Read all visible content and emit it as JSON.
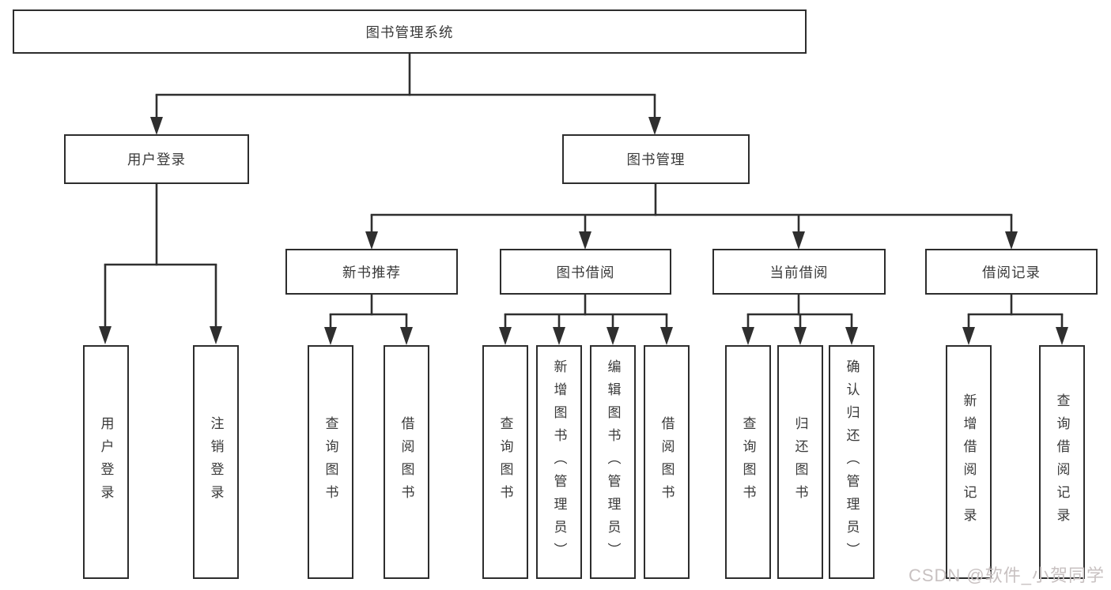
{
  "diagram": {
    "root": {
      "label": "图书管理系统"
    },
    "branches": {
      "user_login": {
        "label": "用户登录",
        "children": [
          "用户登录",
          "注销登录"
        ]
      },
      "book_mgmt": {
        "label": "图书管理",
        "sections": {
          "new_book_rec": {
            "label": "新书推荐",
            "children": [
              "查询图书",
              "借阅图书"
            ]
          },
          "book_borrow": {
            "label": "图书借阅",
            "children": [
              "查询图书",
              "新增图书（管理员）",
              "编辑图书（管理员）",
              "借阅图书"
            ]
          },
          "current_borrow": {
            "label": "当前借阅",
            "children": [
              "查询图书",
              "归还图书",
              "确认归还（管理员）"
            ]
          },
          "borrow_records": {
            "label": "借阅记录",
            "children": [
              "新增借阅记录",
              "查询借阅记录"
            ]
          }
        }
      }
    }
  },
  "watermark": {
    "text": "CSDN @软件_小贺同学"
  },
  "colors": {
    "line": "#2f2f2f",
    "box_border": "#2d2d2d",
    "text": "#3a3a3a",
    "watermark": "#c8c1c1",
    "background": "#ffffff"
  }
}
